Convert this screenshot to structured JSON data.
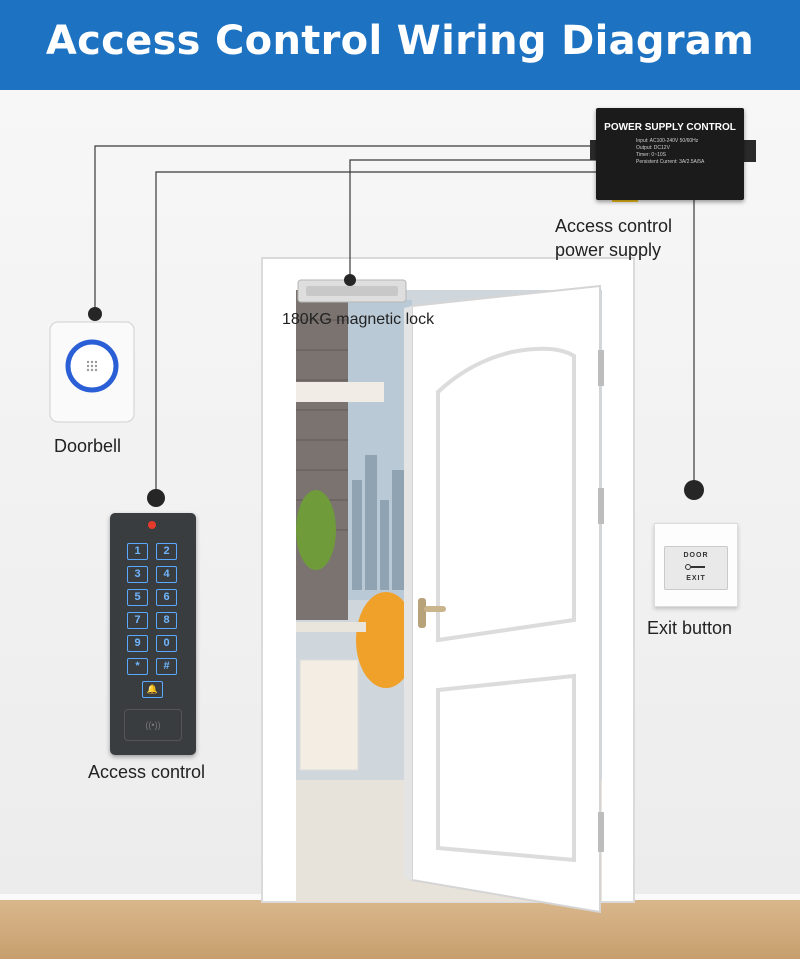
{
  "title": "Access Control Wiring Diagram",
  "labels": {
    "power_supply_line1": "Access control",
    "power_supply_line2": "power supply",
    "magnetic_lock": "180KG magnetic lock",
    "doorbell": "Doorbell",
    "access_control": "Access control",
    "exit_button": "Exit button"
  },
  "power_supply": {
    "title": "POWER SUPPLY CONTROL",
    "spec_input": "Input:  AC100-240V  50/60Hz",
    "spec_output": "Output:  DC12V",
    "spec_timer": "Timer:  0~10S",
    "spec_current": "Persistent  Current: 3A/2.5A/5A"
  },
  "keypad": {
    "keys": [
      "1",
      "2",
      "3",
      "4",
      "5",
      "6",
      "7",
      "8",
      "9",
      "0",
      "*",
      "#"
    ],
    "bell_key": "🔔"
  },
  "exit_plate": {
    "word_top": "DOOR",
    "word_bottom": "EXIT"
  },
  "colors": {
    "header": "#1d73c2",
    "wire": "#3a3a3a",
    "key_glow": "#5aa8ff",
    "doorbell_ring": "#2a5fd6"
  }
}
